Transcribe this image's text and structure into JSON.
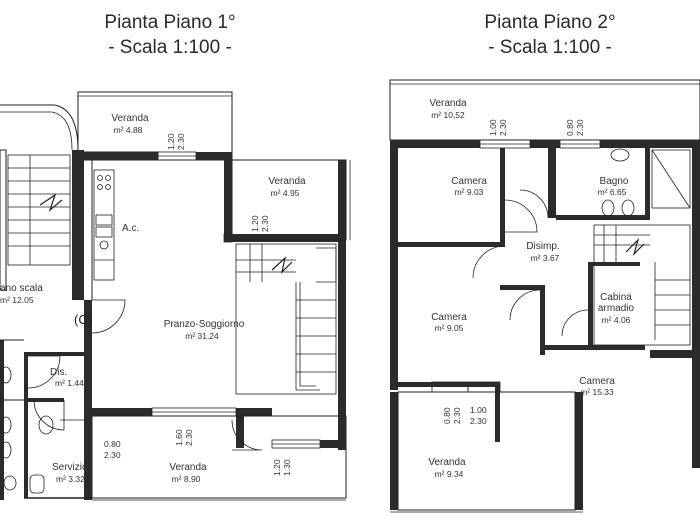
{
  "plan1": {
    "title": "Pianta Piano 1°",
    "scale": "- Scala 1:100 -",
    "rooms": {
      "veranda_top": {
        "name": "Veranda",
        "area": "m² 4.88"
      },
      "veranda_right": {
        "name": "Veranda",
        "area": "m² 4.95"
      },
      "ac": {
        "name": "A.c."
      },
      "stair_landing": {
        "name": "ano scala",
        "area": "m² 12.05"
      },
      "marker_c": {
        "name": "(C)"
      },
      "pranzo": {
        "name": "Pranzo-Soggiorno",
        "area": "m² 31.24"
      },
      "dis": {
        "name": "Dis.",
        "area": "m² 1.44"
      },
      "servizio": {
        "name": "Servizio",
        "area": "m² 3.32"
      },
      "veranda_bottom": {
        "name": "Veranda",
        "area": "m² 8.90"
      }
    },
    "dims": {
      "d1": {
        "w": "1.20",
        "h": "2.30"
      },
      "d2": {
        "w": "1.20",
        "h": "2.30"
      },
      "d3": {
        "w": "0.80",
        "h": "2.30"
      },
      "d4": {
        "w": "1.60",
        "h": "2.30"
      },
      "d5": {
        "w": "1.20",
        "h": "1.30"
      }
    }
  },
  "plan2": {
    "title": "Pianta Piano 2°",
    "scale": "- Scala 1:100 -",
    "rooms": {
      "veranda_top": {
        "name": "Veranda",
        "area": "m² 10.52"
      },
      "camera1": {
        "name": "Camera",
        "area": "m² 9.03"
      },
      "bagno": {
        "name": "Bagno",
        "area": "m² 6.65"
      },
      "disimp": {
        "name": "Disimp.",
        "area": "m² 3.67"
      },
      "camera2": {
        "name": "Camera",
        "area": "m² 9.05"
      },
      "cabina": {
        "name": "Cabina",
        "name2": "armadio",
        "area": "m² 4.06"
      },
      "camera3": {
        "name": "Camera",
        "area": "m² 15.33"
      },
      "veranda_bottom": {
        "name": "Veranda",
        "area": "m² 9.34"
      }
    },
    "dims": {
      "d1": {
        "w": "1.00",
        "h": "2.30"
      },
      "d2": {
        "w": "0.80",
        "h": "2.30"
      },
      "d3": {
        "w": "0.80",
        "h": "2.30"
      },
      "d4": {
        "w": "1.00",
        "h": "2.30"
      }
    }
  }
}
